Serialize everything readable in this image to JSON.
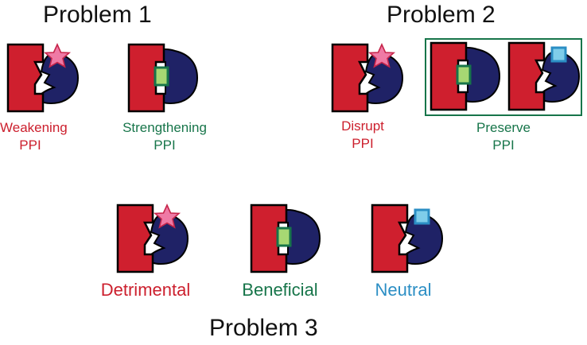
{
  "headings": {
    "problem1": "Problem 1",
    "problem2": "Problem 2",
    "problem3": "Problem 3"
  },
  "problem1": {
    "labels": [
      {
        "line1": "Weakening",
        "line2": "PPI"
      },
      {
        "line1": "Strengthening",
        "line2": "PPI"
      }
    ]
  },
  "problem2": {
    "labels": [
      {
        "line1": "Disrupt",
        "line2": "PPI"
      },
      {
        "line1": "Preserve",
        "line2": "PPI"
      }
    ]
  },
  "problem3": {
    "labels": [
      "Detrimental",
      "Beneficial",
      "Neutral"
    ]
  },
  "colors": {
    "protein_red": "#cf1f2e",
    "protein_blue": "#1f2266",
    "star": "#ef7aa5",
    "green_square": "#a7d873",
    "blue_square": "#7fcdea",
    "label_red": "#cc1f2d",
    "label_green": "#17754a",
    "label_blue": "#2b8ec4"
  }
}
